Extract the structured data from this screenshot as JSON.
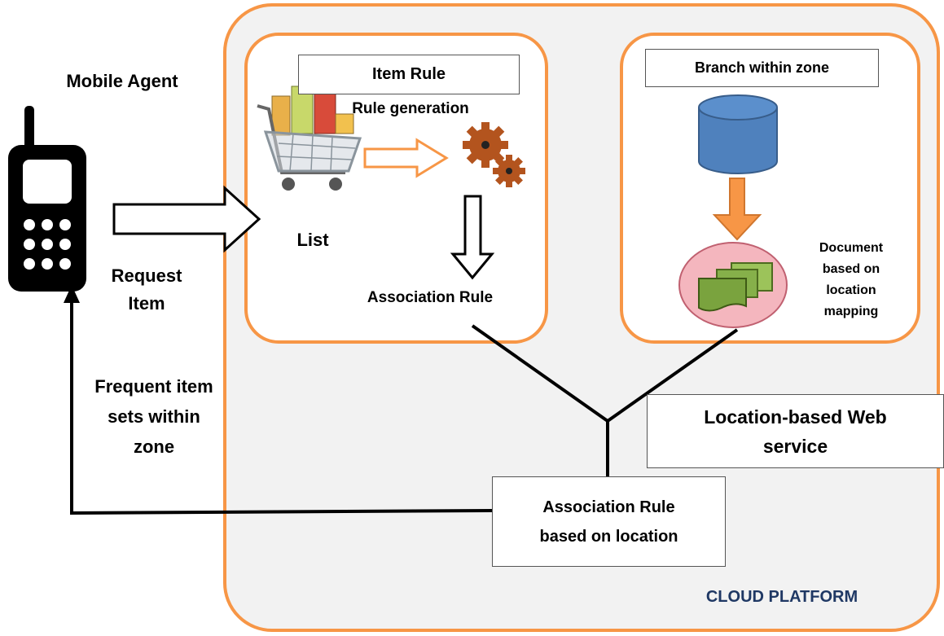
{
  "mobile": {
    "title": "Mobile Agent",
    "request": "Request\nItem",
    "frequent": "Frequent item\nsets within\nzone"
  },
  "item_rule": {
    "title": "Item Rule",
    "generation": "Rule generation",
    "list": "List",
    "association": "Association Rule"
  },
  "branch": {
    "title": "Branch within zone",
    "document": "Document\nbased on\nlocation\nmapping"
  },
  "web_service": {
    "label": "Location-based Web\nservice"
  },
  "assoc_location": {
    "label": "Association Rule\nbased on location"
  },
  "cloud": {
    "label": "CLOUD PLATFORM"
  },
  "colors": {
    "orange": "#F79646",
    "panel": "#F2F2F2",
    "cloud_text": "#1F3864",
    "db": "#4F81BD",
    "doc_circle": "#F4B6BE",
    "doc_green": "#7AA33E"
  },
  "icons": [
    "mobile-phone-icon",
    "shopping-cart-icon",
    "gears-icon",
    "database-icon",
    "document-stack-icon"
  ]
}
